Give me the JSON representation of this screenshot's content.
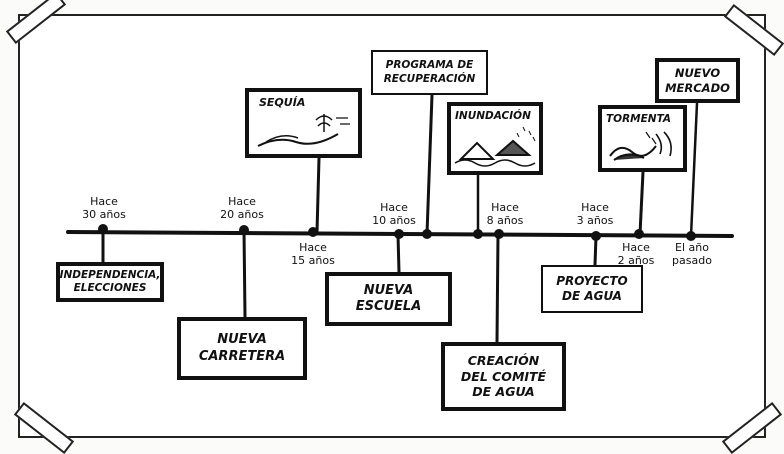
{
  "timeline": {
    "ticks": {
      "t30": "Hace\n30 años",
      "t20": "Hace\n20 años",
      "t15": "Hace\n15 años",
      "t10": "Hace\n10 años",
      "t8": "Hace\n8 años",
      "t3": "Hace\n3 años",
      "t2": "Hace\n2 años",
      "t1": "El año\npasado"
    },
    "events": {
      "independencia": "Independencia,\nelecciones",
      "carretera": "Nueva\ncarretera",
      "sequia": "Sequía",
      "escuela": "Nueva\nescuela",
      "programa": "Programa de\nrecuperación",
      "inundacion": "Inundación",
      "comite": "Creación\ndel comité\nde agua",
      "proyecto": "Proyecto\nde agua",
      "tormenta": "Tormenta",
      "mercado": "Nuevo\nmercado"
    }
  }
}
